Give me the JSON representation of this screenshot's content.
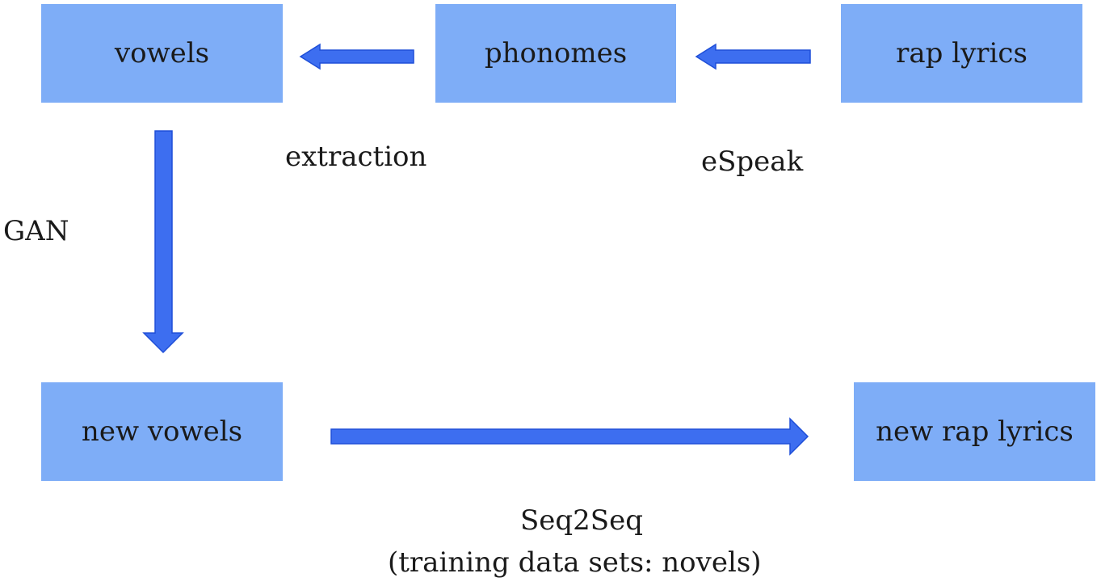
{
  "nodes": {
    "vowels": "vowels",
    "phonomes": "phonomes",
    "rap_lyrics": "rap lyrics",
    "new_vowels": "new vowels",
    "new_rap_lyrics": "new rap lyrics"
  },
  "edges": {
    "extraction": "extraction",
    "espeak": "eSpeak",
    "gan": "GAN",
    "seq2seq": "Seq2Seq",
    "seq2seq_note": "(training data sets: novels)"
  },
  "colors": {
    "box_fill": "#7eadf7",
    "arrow_fill": "#3d6ef0",
    "arrow_stroke": "#1f4fd8"
  }
}
